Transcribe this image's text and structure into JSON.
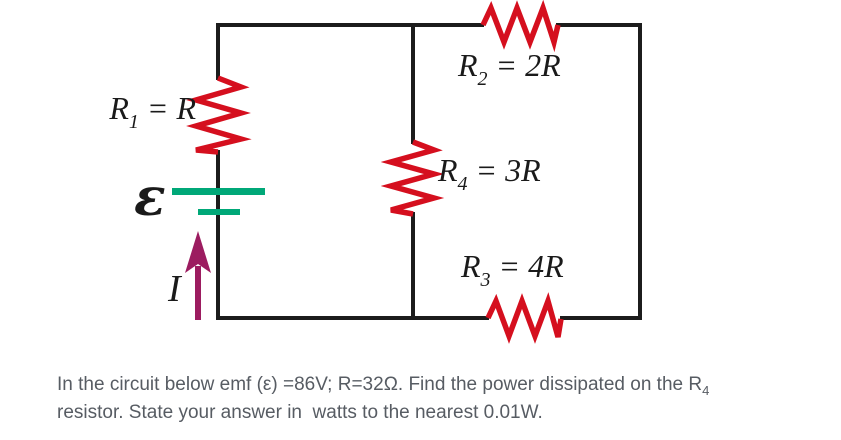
{
  "colors": {
    "wire": "#1c1c1c",
    "resistor": "#d50f1e",
    "battery": "#00a878",
    "current": "#9c1c60",
    "label": "#1a1a1a",
    "question": "#575c63",
    "background": "#ffffff"
  },
  "circuit": {
    "resistors": {
      "r1": {
        "base": "R",
        "sub": "1",
        "rest": " = R"
      },
      "r2": {
        "base": "R",
        "sub": "2",
        "rest": " = 2R"
      },
      "r4": {
        "base": "R",
        "sub": "4",
        "rest": " = 3R"
      },
      "r3": {
        "base": "R",
        "sub": "3",
        "rest": " = 4R"
      }
    },
    "emf_label": "ε",
    "current_label": "I"
  },
  "question": {
    "line1": "In the circuit below emf (ε) =86V; R=32Ω. Find the power dissipated on the R",
    "line1_subscript": "4",
    "line2": "resistor. State your answer in  watts to the nearest 0.01W."
  }
}
